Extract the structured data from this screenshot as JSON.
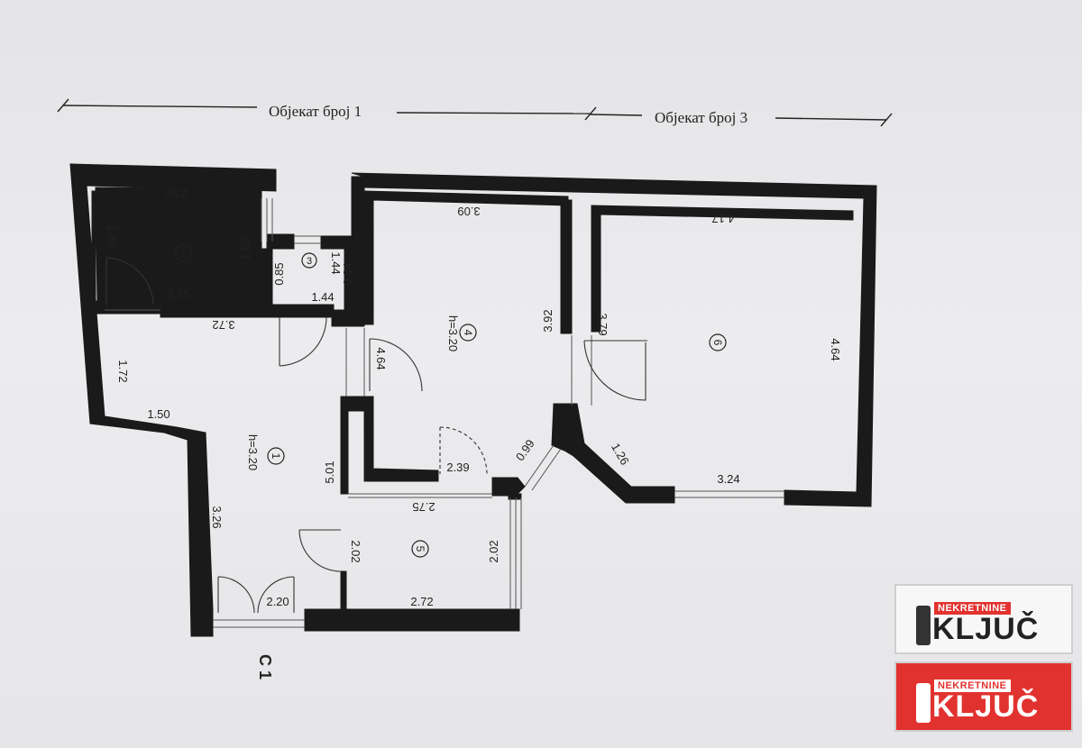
{
  "header": {
    "object1_label": "Објекат број 1",
    "object3_label": "Објекат број 3"
  },
  "rooms": [
    {
      "number": "1",
      "height": "h=3.20"
    },
    {
      "number": "2",
      "height": ""
    },
    {
      "number": "3",
      "height": ""
    },
    {
      "number": "4",
      "height": "h=3.20"
    },
    {
      "number": "5",
      "height": ""
    },
    {
      "number": "6",
      "height": ""
    }
  ],
  "dimensions": {
    "r2_top": "2.56",
    "r2_left": "1.86",
    "r2_right": "1.83",
    "r2_bottom": "2.55",
    "r3_top": "1.44",
    "r3_left": "0.85",
    "r3_right": "0.84",
    "r3_bottom": "1.44",
    "hall_top": "3.72",
    "r1_left_upper": "1.72",
    "r1_step": "1.50",
    "r1_left_lower": "3.26",
    "r1_right": "5.01",
    "r1_bottom": "2.20",
    "r4_top": "3.09",
    "r4_left": "4.64",
    "r4_right": "3.92",
    "r4_bottom": "2.39",
    "diag_1": "0.99",
    "r5_top": "2.75",
    "r5_left": "2.02",
    "r5_right": "2.02",
    "r5_bottom": "2.72",
    "r6_top": "4.17",
    "r6_left": "3.79",
    "r6_right": "4.64",
    "r6_diag": "1.26",
    "r6_bottom": "3.24"
  },
  "section_label": "C 1",
  "logos": {
    "brand_top": "NEKRETNINE",
    "brand_main": "KLJUČ"
  },
  "colors": {
    "wall": "#1a1a1a",
    "paper": "#e8e8ea",
    "brand_red": "#e2322f"
  }
}
